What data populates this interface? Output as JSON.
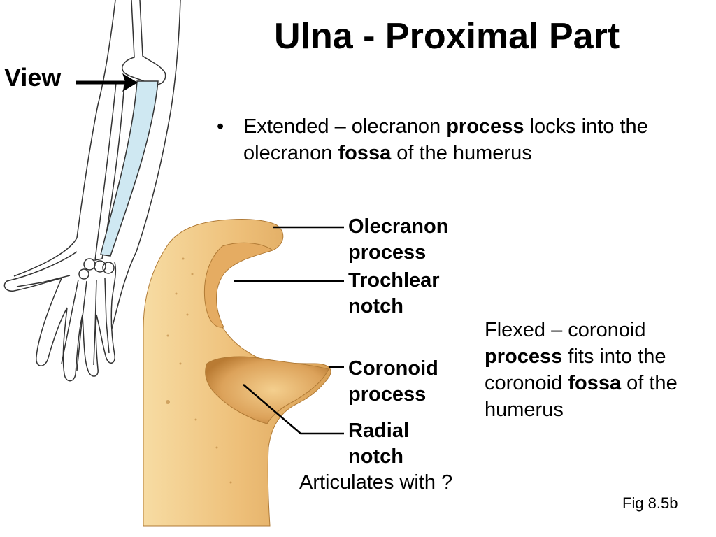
{
  "slide": {
    "title": "Ulna - Proximal Part",
    "view_label": "View",
    "bullet": {
      "marker": "•",
      "parts": [
        {
          "text": "Extended – olecranon ",
          "bold": false
        },
        {
          "text": "process",
          "bold": true
        },
        {
          "text": " locks into the olecranon ",
          "bold": false
        },
        {
          "text": "fossa",
          "bold": true
        },
        {
          "text": " of the humerus",
          "bold": false
        }
      ]
    },
    "flexed_note": {
      "parts": [
        {
          "text": "Flexed – coronoid ",
          "bold": false
        },
        {
          "text": "process",
          "bold": true
        },
        {
          "text": " fits into the coronoid ",
          "bold": false
        },
        {
          "text": "fossa",
          "bold": true
        },
        {
          "text": " of the humerus",
          "bold": false
        }
      ]
    },
    "labels": {
      "olecranon": [
        "Olecranon",
        "process"
      ],
      "trochlear": [
        "Trochlear",
        "notch"
      ],
      "coronoid": [
        "Coronoid",
        "process"
      ],
      "radial": [
        "Radial",
        "notch"
      ]
    },
    "question": "Articulates with ?",
    "figure_ref": "Fig 8.5b"
  },
  "colors": {
    "bone_light": "#f6d79a",
    "bone_mid": "#e9b567",
    "bone_dark": "#c98a3c",
    "ulna_highlight": "#cfe8f2",
    "line": "#000000"
  }
}
